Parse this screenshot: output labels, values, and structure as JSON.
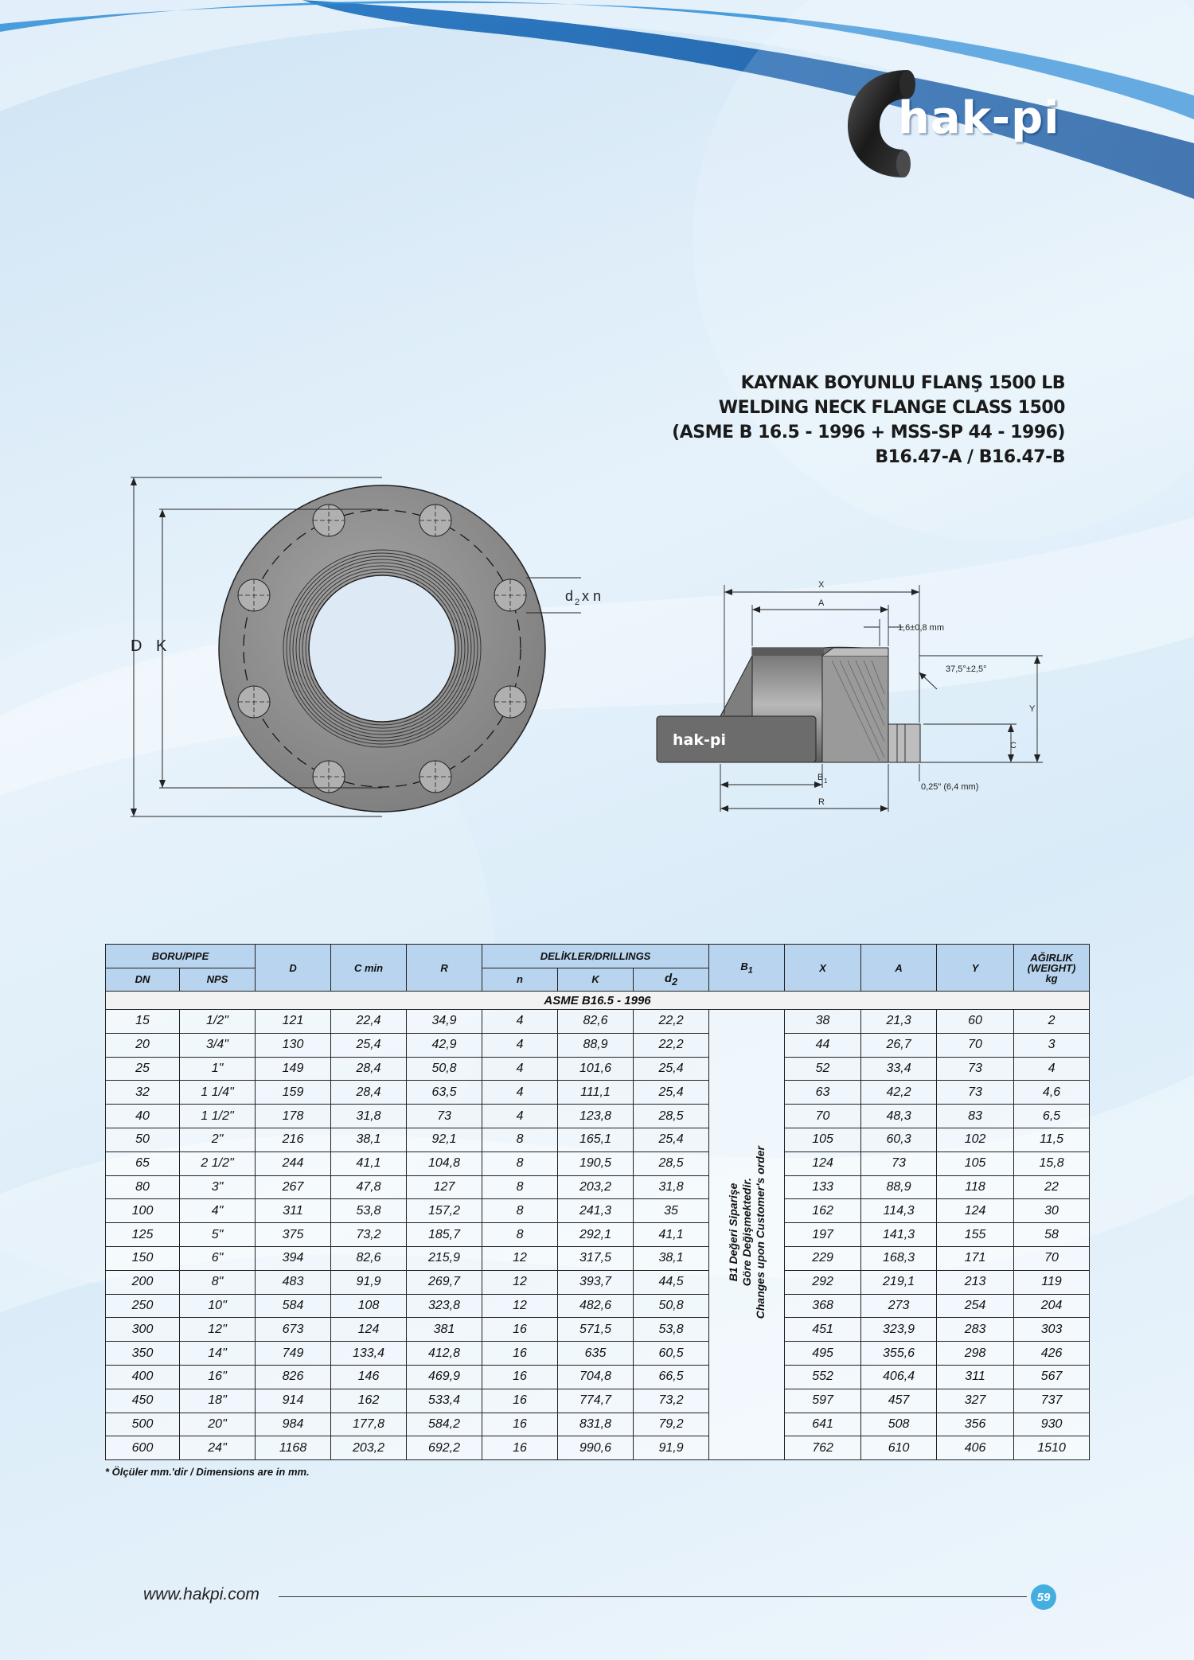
{
  "brand": {
    "logo_text": "hak-pi",
    "website": "www.hakpi.com",
    "page_number": "59"
  },
  "title": {
    "line1": "KAYNAK BOYUNLU FLANŞ 1500 LB",
    "line2": "WELDING NECK FLANGE CLASS 1500",
    "line3": "(ASME B 16.5 - 1996 + MSS-SP 44 - 1996)",
    "line4": "B16.47-A / B16.47-B"
  },
  "front_view": {
    "label_d": "D",
    "label_k": "K",
    "label_d2": "d",
    "label_d2_sub": "2",
    "label_xn": "x n"
  },
  "side_view": {
    "label_x": "X",
    "label_a": "A",
    "label_gap": "1,6±0,8 mm",
    "label_angle": "37,5°±2,5°",
    "label_y": "Y",
    "label_c": "C",
    "label_b": "B",
    "label_b_sub": "1",
    "label_r": "R",
    "label_lip": "0,25\" (6,4 mm)",
    "logo_text": "hak-pi"
  },
  "table": {
    "headers": {
      "pipe": "BORU/PIPE",
      "dn": "DN",
      "nps": "NPS",
      "d": "D",
      "cmin": "C min",
      "r": "R",
      "drillings": "DELİKLER/DRILLINGS",
      "n": "n",
      "k": "K",
      "d2": "d",
      "d2_sub": "2",
      "b1": "B",
      "b1_sub": "1",
      "x": "X",
      "a": "A",
      "y": "Y",
      "weight_line1": "AĞIRLIK",
      "weight_line2": "(WEIGHT)",
      "weight_line3": "kg"
    },
    "standard_row": "ASME B16.5 - 1996",
    "b1_note": {
      "line1": "B1 Değeri Siparişe",
      "line2": "Göre Değişmektedir.",
      "line3": "Changes upon Customer's order"
    },
    "rows": [
      [
        "15",
        "1/2\"",
        "121",
        "22,4",
        "34,9",
        "4",
        "82,6",
        "22,2",
        "38",
        "21,3",
        "60",
        "2"
      ],
      [
        "20",
        "3/4\"",
        "130",
        "25,4",
        "42,9",
        "4",
        "88,9",
        "22,2",
        "44",
        "26,7",
        "70",
        "3"
      ],
      [
        "25",
        "1\"",
        "149",
        "28,4",
        "50,8",
        "4",
        "101,6",
        "25,4",
        "52",
        "33,4",
        "73",
        "4"
      ],
      [
        "32",
        "1 1/4\"",
        "159",
        "28,4",
        "63,5",
        "4",
        "111,1",
        "25,4",
        "63",
        "42,2",
        "73",
        "4,6"
      ],
      [
        "40",
        "1 1/2\"",
        "178",
        "31,8",
        "73",
        "4",
        "123,8",
        "28,5",
        "70",
        "48,3",
        "83",
        "6,5"
      ],
      [
        "50",
        "2\"",
        "216",
        "38,1",
        "92,1",
        "8",
        "165,1",
        "25,4",
        "105",
        "60,3",
        "102",
        "11,5"
      ],
      [
        "65",
        "2 1/2\"",
        "244",
        "41,1",
        "104,8",
        "8",
        "190,5",
        "28,5",
        "124",
        "73",
        "105",
        "15,8"
      ],
      [
        "80",
        "3\"",
        "267",
        "47,8",
        "127",
        "8",
        "203,2",
        "31,8",
        "133",
        "88,9",
        "118",
        "22"
      ],
      [
        "100",
        "4\"",
        "311",
        "53,8",
        "157,2",
        "8",
        "241,3",
        "35",
        "162",
        "114,3",
        "124",
        "30"
      ],
      [
        "125",
        "5\"",
        "375",
        "73,2",
        "185,7",
        "8",
        "292,1",
        "41,1",
        "197",
        "141,3",
        "155",
        "58"
      ],
      [
        "150",
        "6\"",
        "394",
        "82,6",
        "215,9",
        "12",
        "317,5",
        "38,1",
        "229",
        "168,3",
        "171",
        "70"
      ],
      [
        "200",
        "8\"",
        "483",
        "91,9",
        "269,7",
        "12",
        "393,7",
        "44,5",
        "292",
        "219,1",
        "213",
        "119"
      ],
      [
        "250",
        "10\"",
        "584",
        "108",
        "323,8",
        "12",
        "482,6",
        "50,8",
        "368",
        "273",
        "254",
        "204"
      ],
      [
        "300",
        "12\"",
        "673",
        "124",
        "381",
        "16",
        "571,5",
        "53,8",
        "451",
        "323,9",
        "283",
        "303"
      ],
      [
        "350",
        "14\"",
        "749",
        "133,4",
        "412,8",
        "16",
        "635",
        "60,5",
        "495",
        "355,6",
        "298",
        "426"
      ],
      [
        "400",
        "16\"",
        "826",
        "146",
        "469,9",
        "16",
        "704,8",
        "66,5",
        "552",
        "406,4",
        "311",
        "567"
      ],
      [
        "450",
        "18\"",
        "914",
        "162",
        "533,4",
        "16",
        "774,7",
        "73,2",
        "597",
        "457",
        "327",
        "737"
      ],
      [
        "500",
        "20\"",
        "984",
        "177,8",
        "584,2",
        "16",
        "831,8",
        "79,2",
        "641",
        "508",
        "356",
        "930"
      ],
      [
        "600",
        "24\"",
        "1168",
        "203,2",
        "692,2",
        "16",
        "990,6",
        "91,9",
        "762",
        "610",
        "406",
        "1510"
      ]
    ]
  },
  "footnote": "* Ölçüler mm.'dir / Dimensions are in mm.",
  "colors": {
    "header_bg": "#b8d4ee",
    "badge": "#45aee0",
    "flange_gray": "#8a8a8a"
  }
}
